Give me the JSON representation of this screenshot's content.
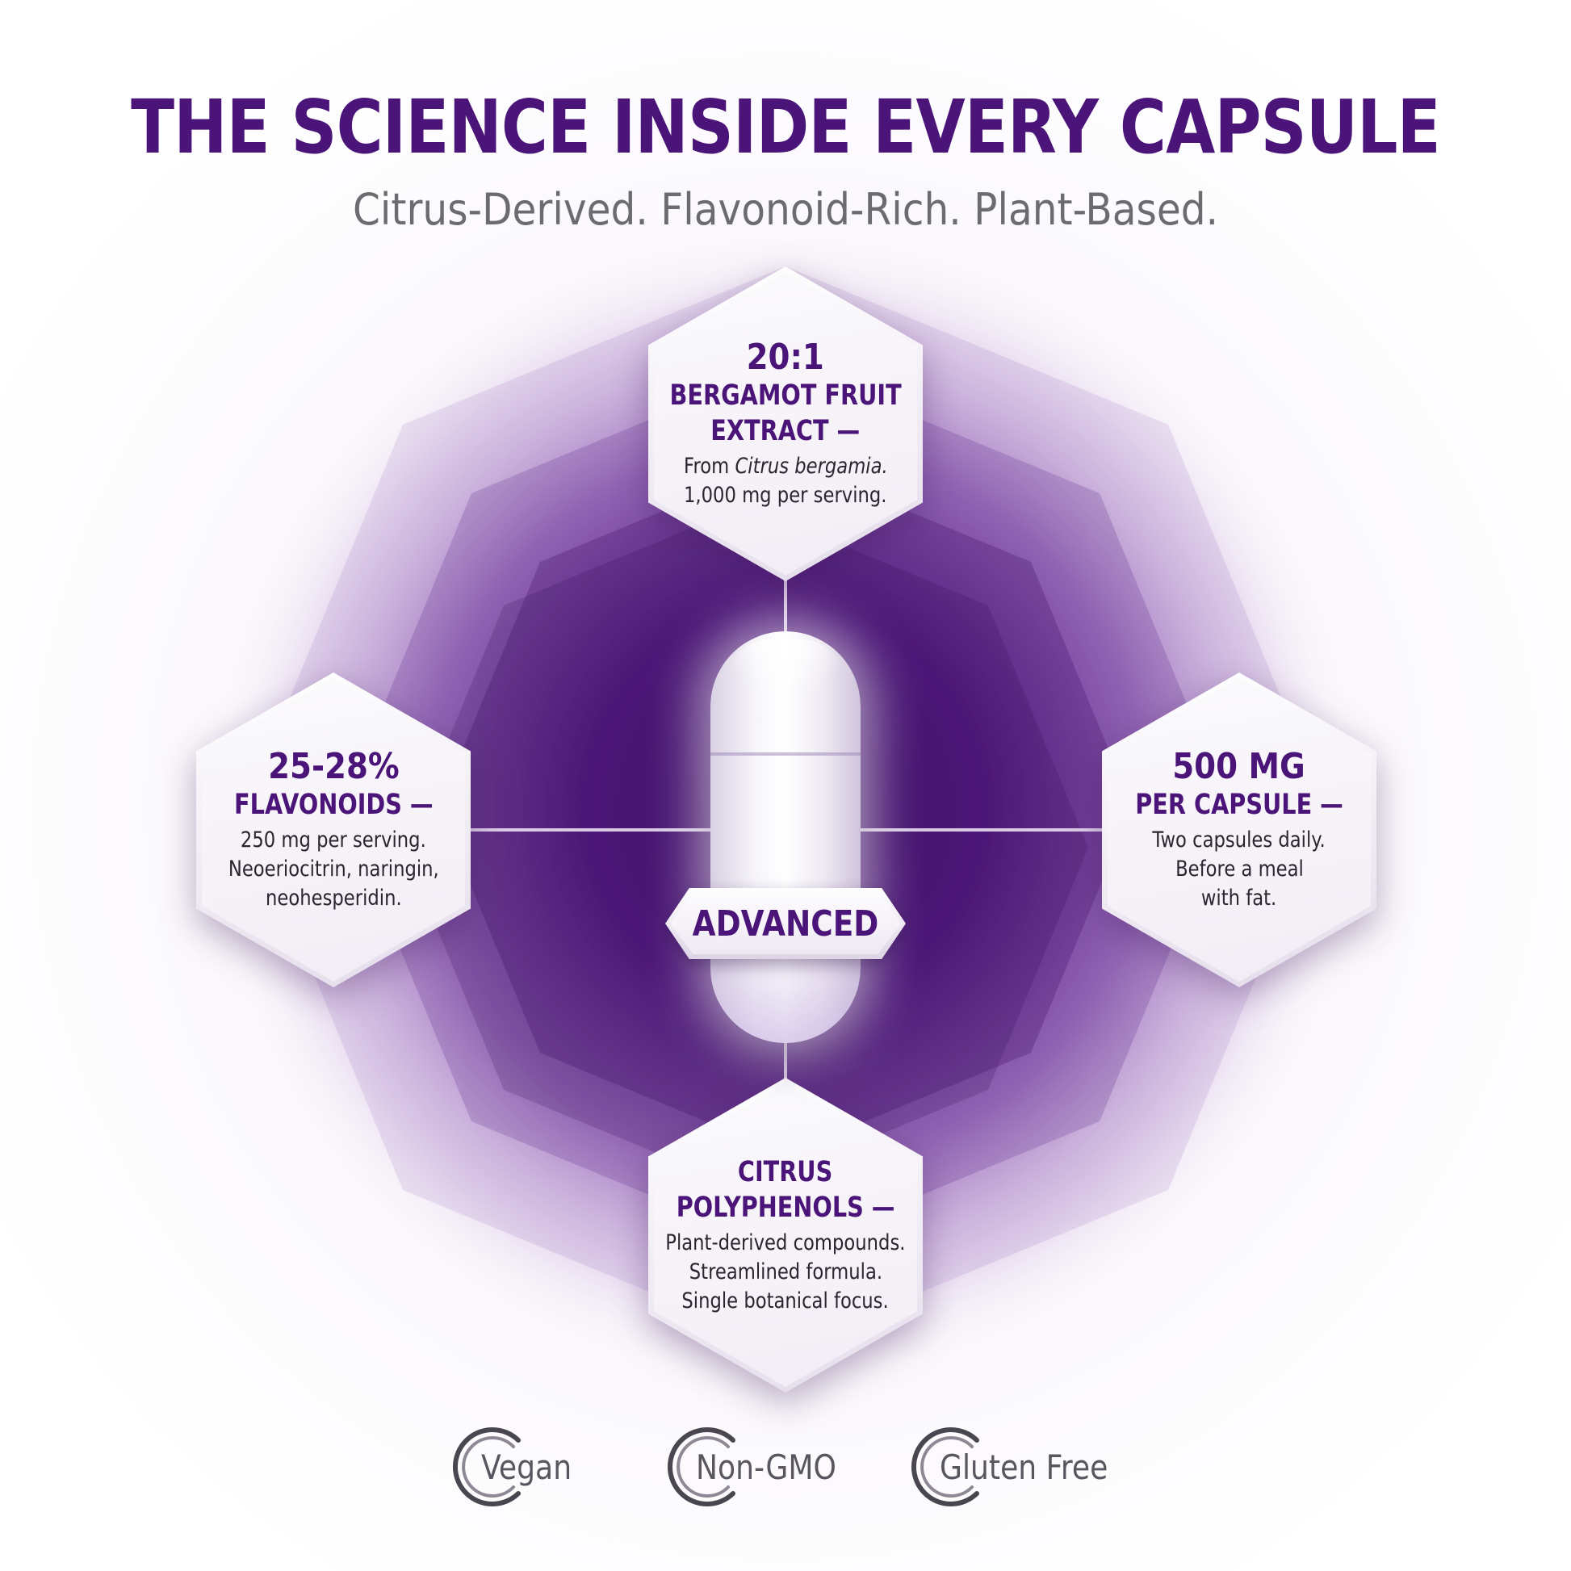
{
  "header": {
    "title": "THE SCIENCE INSIDE EVERY CAPSULE",
    "subtitle": "Citrus-Derived. Flavonoid-Rich. Plant-Based."
  },
  "center": {
    "badge_label": "ADVANCED"
  },
  "features": {
    "top": {
      "headline": "20:1",
      "label_line1": "BERGAMOT FRUIT",
      "label_line2": "EXTRACT —",
      "desc_line1_prefix": "From ",
      "desc_line1_italic": "Citrus bergamia.",
      "desc_line2": "1,000 mg per serving."
    },
    "left": {
      "headline": "25-28%",
      "label_line1": "FLAVONOIDS —",
      "desc_line1": "250 mg per serving.",
      "desc_line2": "Neoeriocitrin, naringin,",
      "desc_line3": "neohesperidin."
    },
    "right": {
      "headline": "500 MG",
      "label_line1": "PER CAPSULE —",
      "desc_line1": "Two capsules daily.",
      "desc_line2": "Before a meal",
      "desc_line3": "with fat."
    },
    "bottom": {
      "label_line1": "CITRUS",
      "label_line2": "POLYPHENOLS —",
      "desc_line1": "Plant-derived compounds.",
      "desc_line2": "Streamlined formula.",
      "desc_line3": "Single botanical focus."
    }
  },
  "certifications": [
    {
      "label": "Vegan",
      "icon": "c-ring-icon"
    },
    {
      "label": "Non-GMO",
      "icon": "c-ring-icon"
    },
    {
      "label": "Gluten Free",
      "icon": "c-ring-icon"
    }
  ],
  "colors": {
    "brand_purple": "#4a1478",
    "background": "#ffffff",
    "subtitle_gray": "#6b6b70",
    "glow_purple": "#5b1f8c"
  }
}
